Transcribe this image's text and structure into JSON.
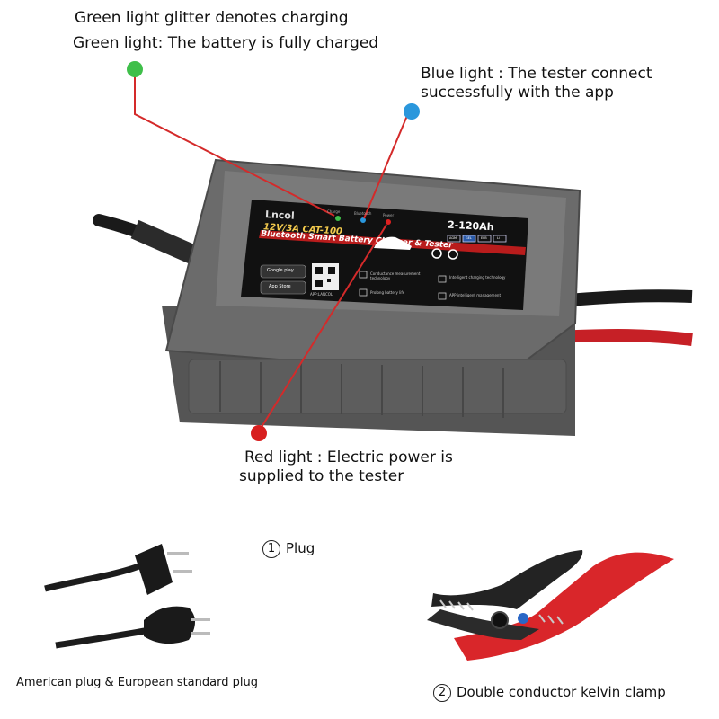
{
  "colors": {
    "green": "#3fbf4a",
    "blue": "#2a97dc",
    "red": "#d81e1e",
    "leader_line": "#d42a2a",
    "housing": "#6b6b6b",
    "panel": "#111111",
    "clamp_red": "#d9262a",
    "clamp_black": "#222222"
  },
  "annotations": {
    "green_glitter": "Green light glitter denotes charging",
    "green_full": "Green light: The battery is fully charged",
    "blue_line1": "Blue light : The tester connect",
    "blue_line2": "successfully with the app",
    "red_line1": "Red light :  Electric  power is",
    "red_line2": "supplied to the tester"
  },
  "device_panel": {
    "brand": "Lncol",
    "model": "12V/3A CAT-100",
    "product_name": "Bluetooth Smart Battery Charger & Tester",
    "capacity": "2-120Ah",
    "led_labels": [
      "Charge",
      "Bluetooth",
      "Power"
    ],
    "store_buttons": [
      "Google play",
      "App Store"
    ],
    "app_label": "APP:LANCOL",
    "feature_1": "Conductance measurement technology",
    "feature_2": "Intelligent charging technology",
    "feature_3": "Prolong battery life",
    "feature_4": "APP intelligent management",
    "battery_modes": [
      "AGM",
      "GEL",
      "EFB",
      "Li"
    ]
  },
  "accessories": {
    "plug_number": "1",
    "plug_title": "Plug",
    "plug_caption": "American plug & European standard plug",
    "clamp_number": "2",
    "clamp_title": "Double conductor kelvin clamp"
  }
}
